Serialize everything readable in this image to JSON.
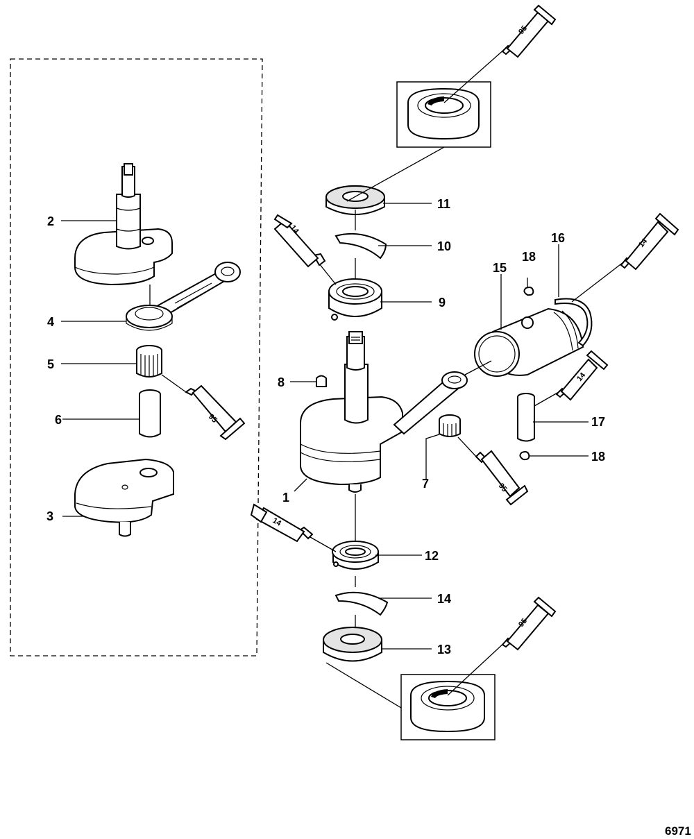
{
  "diagram": {
    "figure_number": "6971",
    "callouts": [
      {
        "id": "c1",
        "text": "1"
      },
      {
        "id": "c2",
        "text": "2"
      },
      {
        "id": "c3",
        "text": "3"
      },
      {
        "id": "c4",
        "text": "4"
      },
      {
        "id": "c5",
        "text": "5"
      },
      {
        "id": "c6",
        "text": "6"
      },
      {
        "id": "c7",
        "text": "7"
      },
      {
        "id": "c8",
        "text": "8"
      },
      {
        "id": "c9",
        "text": "9"
      },
      {
        "id": "c10",
        "text": "10"
      },
      {
        "id": "c11",
        "text": "11"
      },
      {
        "id": "c12",
        "text": "12"
      },
      {
        "id": "c13",
        "text": "13"
      },
      {
        "id": "c14",
        "text": "14"
      },
      {
        "id": "c15",
        "text": "15"
      },
      {
        "id": "c16",
        "text": "16"
      },
      {
        "id": "c17",
        "text": "17"
      },
      {
        "id": "c18a",
        "text": "18"
      },
      {
        "id": "c18b",
        "text": "18"
      }
    ],
    "lubricant_tubes": [
      {
        "id": "t1",
        "text": "95"
      },
      {
        "id": "t2",
        "text": "14"
      },
      {
        "id": "t3",
        "text": "14"
      },
      {
        "id": "t4",
        "text": "95"
      },
      {
        "id": "t5",
        "text": "14"
      },
      {
        "id": "t6",
        "text": "95"
      },
      {
        "id": "t7",
        "text": "14"
      },
      {
        "id": "t8",
        "text": "95"
      }
    ]
  }
}
